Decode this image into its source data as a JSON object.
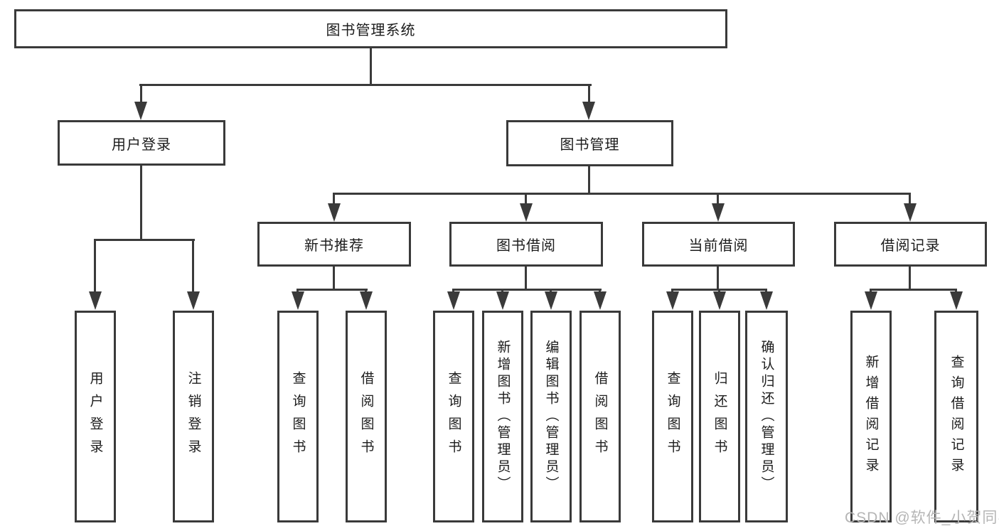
{
  "diagram": {
    "title": "图书管理系统",
    "level2": {
      "user_login": "用户登录",
      "book_management": "图书管理"
    },
    "level3": {
      "new_book": "新书推荐",
      "book_borrow": "图书借阅",
      "current_borrow": "当前借阅",
      "borrow_record": "借阅记录"
    },
    "leaves": {
      "user_login_1": "用户登录",
      "user_login_2": "注销登录",
      "new_book_1": "查询图书",
      "new_book_2": "借阅图书",
      "book_borrow_1": "查询图书",
      "book_borrow_2": "新增图书（管理员）",
      "book_borrow_3": "编辑图书（管理员）",
      "book_borrow_4": "借阅图书",
      "current_borrow_1": "查询图书",
      "current_borrow_2": "归还图书",
      "current_borrow_3": "确认归还（管理员）",
      "borrow_record_1": "新增借阅记录",
      "borrow_record_2": "查询借阅记录"
    }
  },
  "watermark": {
    "text": "CSDN @软件_小贺同学"
  },
  "colors": {
    "line": "#3a3a3a",
    "box_border": "#3a3a3a",
    "box_fill": "#ffffff",
    "text": "#1c1c1c",
    "watermark": "#b5b5b5",
    "background": "#ffffff"
  }
}
